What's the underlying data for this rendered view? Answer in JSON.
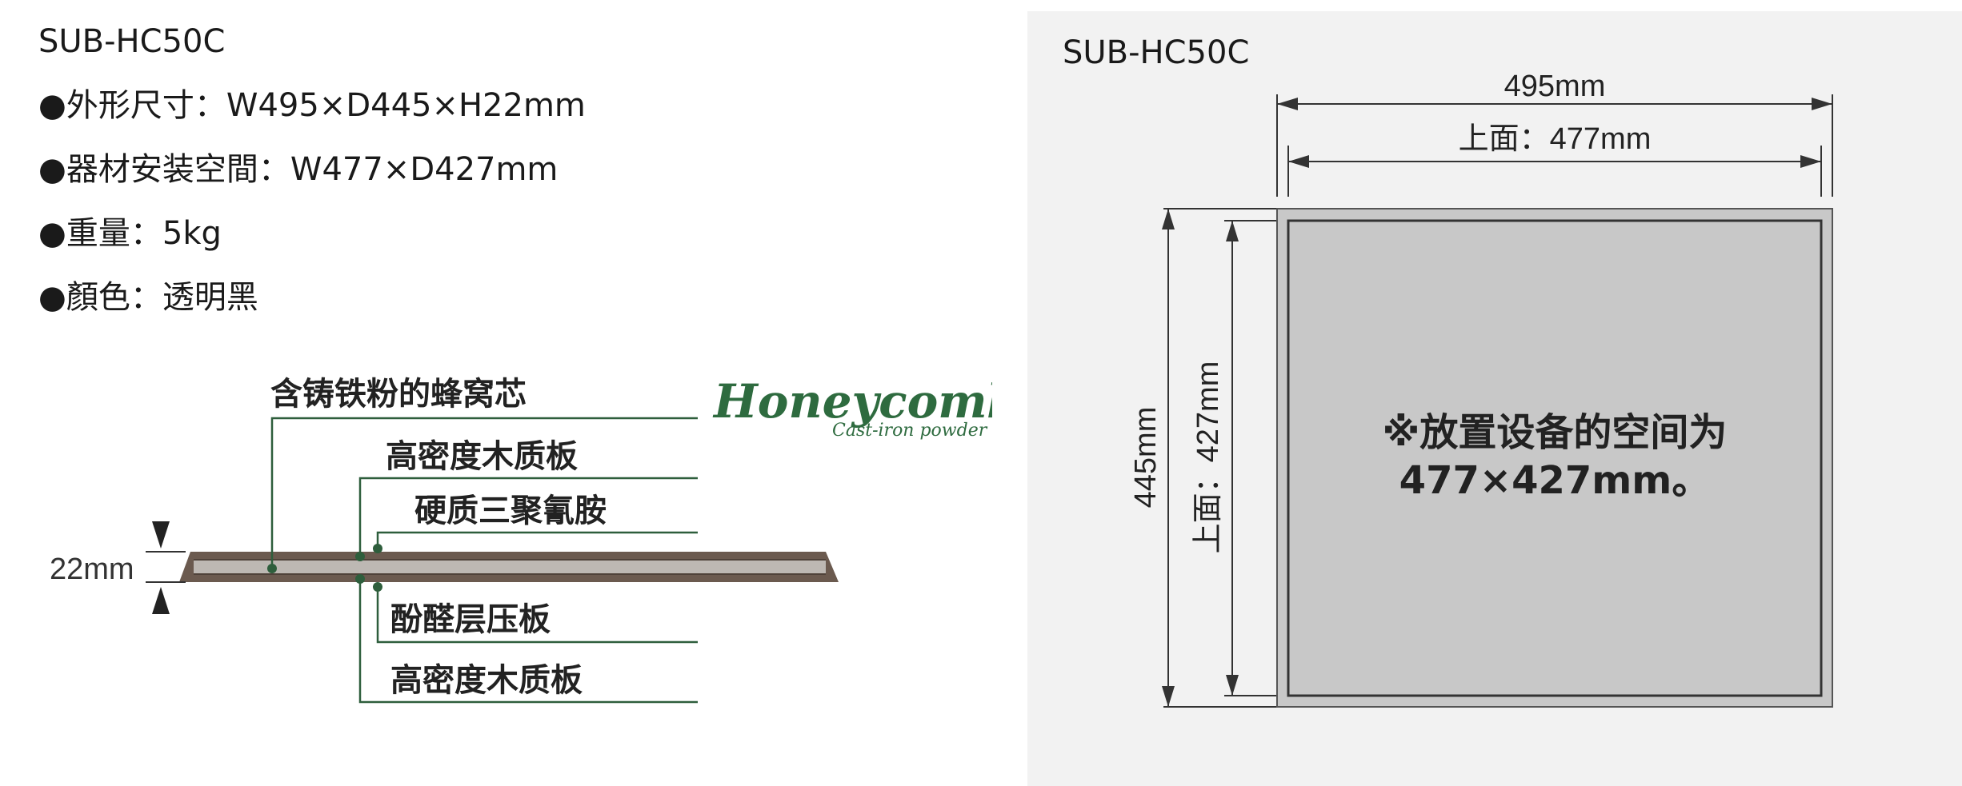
{
  "specs": {
    "model": "SUB-HC50C",
    "items": [
      "●外形尺寸：W495×D445×H22mm",
      "●器材安装空間：W477×D427mm",
      "●重量：5kg",
      "●顏色：透明黑"
    ]
  },
  "layers": {
    "core": "含铸铁粉的蜂窝芯",
    "board_top": "高密度木质板",
    "hard_melamine": "硬质三聚氰胺",
    "phenolic": "酚醛层压板",
    "board_bottom": "高密度木质板",
    "brand": "Honeycomb",
    "brand_sub": "Cast-iron powder",
    "thickness": "22mm"
  },
  "top_view": {
    "model": "SUB-HC50C",
    "outer_width": "495mm",
    "inner_width": "上面：477mm",
    "outer_depth": "445mm",
    "inner_depth": "上面：427mm",
    "note_line1": "※放置设备的空间为",
    "note_line2": "477×427mm。"
  },
  "colors": {
    "leader_green": "#2e5e3c",
    "brand_green": "#2e6b3f",
    "board_brown": "#6b5a4f",
    "board_core": "#bdb8b3",
    "panel_bg": "#f2f2f2",
    "frame_gray": "#c8c8c8",
    "frame_line": "#333333"
  }
}
